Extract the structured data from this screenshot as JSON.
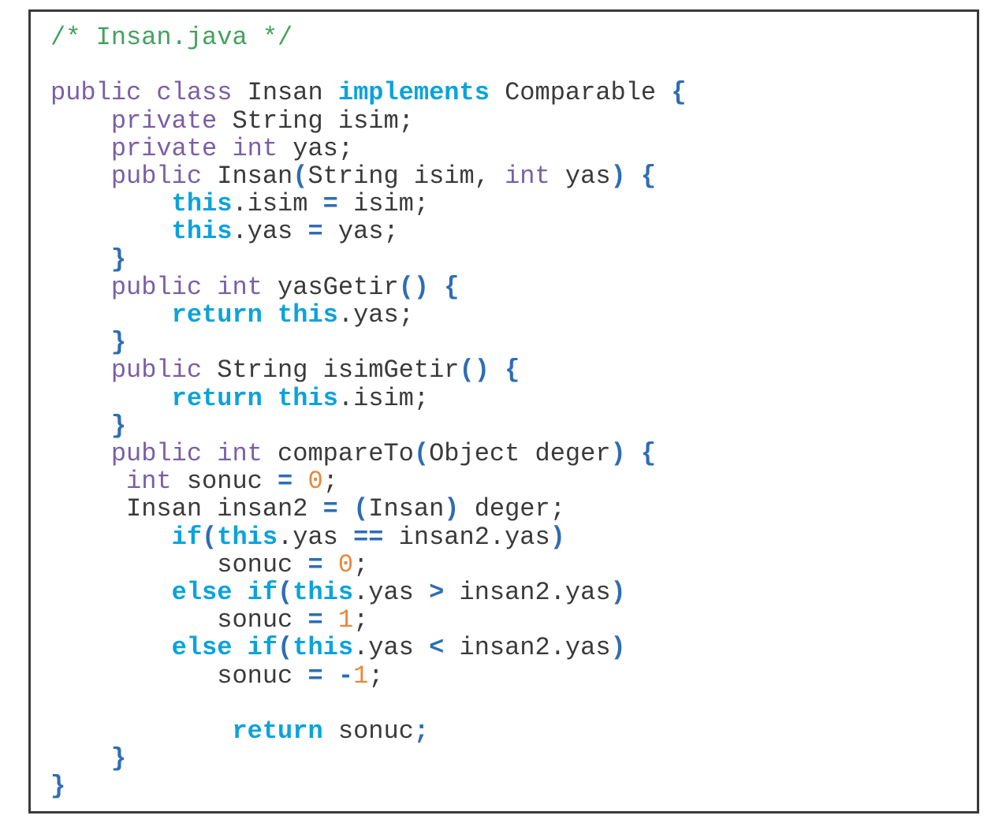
{
  "document": {
    "kind": "java-source-listing",
    "file_comment": "/* Insan.java */",
    "class_name": "Insan"
  },
  "code_box": {
    "border_color": "#3a3a3a",
    "background": "#ffffff"
  },
  "syntax_colors": {
    "comment": "#43a25e",
    "keyword": "#7b5ea7",
    "keyword_accent": "#0aa3dc",
    "punctuation": "#2e6db4",
    "number": "#e8873b",
    "plain": "#3a3a3a"
  },
  "code_lines": [
    [
      {
        "text": "/* Insan.java */",
        "type": "comment"
      }
    ],
    [],
    [
      {
        "text": "public",
        "type": "keyword"
      },
      {
        "text": " ",
        "type": "plain"
      },
      {
        "text": "class",
        "type": "keyword"
      },
      {
        "text": " Insan ",
        "type": "plain"
      },
      {
        "text": "implements",
        "type": "keyword_accent"
      },
      {
        "text": " Comparable ",
        "type": "plain"
      },
      {
        "text": "{",
        "type": "punctuation"
      }
    ],
    [
      {
        "text": "    ",
        "type": "plain"
      },
      {
        "text": "private",
        "type": "keyword"
      },
      {
        "text": " String isim;",
        "type": "plain"
      }
    ],
    [
      {
        "text": "    ",
        "type": "plain"
      },
      {
        "text": "private",
        "type": "keyword"
      },
      {
        "text": " ",
        "type": "plain"
      },
      {
        "text": "int",
        "type": "keyword"
      },
      {
        "text": " yas;",
        "type": "plain"
      }
    ],
    [
      {
        "text": "    ",
        "type": "plain"
      },
      {
        "text": "public",
        "type": "keyword"
      },
      {
        "text": " Insan",
        "type": "plain"
      },
      {
        "text": "(",
        "type": "punctuation"
      },
      {
        "text": "String isim, ",
        "type": "plain"
      },
      {
        "text": "int",
        "type": "keyword"
      },
      {
        "text": " yas",
        "type": "plain"
      },
      {
        "text": ")",
        "type": "punctuation"
      },
      {
        "text": " ",
        "type": "plain"
      },
      {
        "text": "{",
        "type": "punctuation"
      }
    ],
    [
      {
        "text": "        ",
        "type": "plain"
      },
      {
        "text": "this",
        "type": "keyword_accent"
      },
      {
        "text": ".isim ",
        "type": "plain"
      },
      {
        "text": "=",
        "type": "punctuation"
      },
      {
        "text": " isim;",
        "type": "plain"
      }
    ],
    [
      {
        "text": "        ",
        "type": "plain"
      },
      {
        "text": "this",
        "type": "keyword_accent"
      },
      {
        "text": ".yas ",
        "type": "plain"
      },
      {
        "text": "=",
        "type": "punctuation"
      },
      {
        "text": " yas;",
        "type": "plain"
      }
    ],
    [
      {
        "text": "    ",
        "type": "plain"
      },
      {
        "text": "}",
        "type": "punctuation"
      }
    ],
    [
      {
        "text": "    ",
        "type": "plain"
      },
      {
        "text": "public",
        "type": "keyword"
      },
      {
        "text": " ",
        "type": "plain"
      },
      {
        "text": "int",
        "type": "keyword"
      },
      {
        "text": " yasGetir",
        "type": "plain"
      },
      {
        "text": "()",
        "type": "punctuation"
      },
      {
        "text": " ",
        "type": "plain"
      },
      {
        "text": "{",
        "type": "punctuation"
      }
    ],
    [
      {
        "text": "        ",
        "type": "plain"
      },
      {
        "text": "return",
        "type": "keyword_accent"
      },
      {
        "text": " ",
        "type": "plain"
      },
      {
        "text": "this",
        "type": "keyword_accent"
      },
      {
        "text": ".yas;",
        "type": "plain"
      }
    ],
    [
      {
        "text": "    ",
        "type": "plain"
      },
      {
        "text": "}",
        "type": "punctuation"
      }
    ],
    [
      {
        "text": "    ",
        "type": "plain"
      },
      {
        "text": "public",
        "type": "keyword"
      },
      {
        "text": " String isimGetir",
        "type": "plain"
      },
      {
        "text": "()",
        "type": "punctuation"
      },
      {
        "text": " ",
        "type": "plain"
      },
      {
        "text": "{",
        "type": "punctuation"
      }
    ],
    [
      {
        "text": "        ",
        "type": "plain"
      },
      {
        "text": "return",
        "type": "keyword_accent"
      },
      {
        "text": " ",
        "type": "plain"
      },
      {
        "text": "this",
        "type": "keyword_accent"
      },
      {
        "text": ".isim;",
        "type": "plain"
      }
    ],
    [
      {
        "text": "    ",
        "type": "plain"
      },
      {
        "text": "}",
        "type": "punctuation"
      }
    ],
    [
      {
        "text": "    ",
        "type": "plain"
      },
      {
        "text": "public",
        "type": "keyword"
      },
      {
        "text": " ",
        "type": "plain"
      },
      {
        "text": "int",
        "type": "keyword"
      },
      {
        "text": " compareTo",
        "type": "plain"
      },
      {
        "text": "(",
        "type": "punctuation"
      },
      {
        "text": "Object deger",
        "type": "plain"
      },
      {
        "text": ")",
        "type": "punctuation"
      },
      {
        "text": " ",
        "type": "plain"
      },
      {
        "text": "{",
        "type": "punctuation"
      }
    ],
    [
      {
        "text": "     ",
        "type": "plain"
      },
      {
        "text": "int",
        "type": "keyword"
      },
      {
        "text": " sonuc ",
        "type": "plain"
      },
      {
        "text": "=",
        "type": "punctuation"
      },
      {
        "text": " ",
        "type": "plain"
      },
      {
        "text": "0",
        "type": "number"
      },
      {
        "text": ";",
        "type": "plain"
      }
    ],
    [
      {
        "text": "     Insan insan2 ",
        "type": "plain"
      },
      {
        "text": "=",
        "type": "punctuation"
      },
      {
        "text": " ",
        "type": "plain"
      },
      {
        "text": "(",
        "type": "punctuation"
      },
      {
        "text": "Insan",
        "type": "plain"
      },
      {
        "text": ")",
        "type": "punctuation"
      },
      {
        "text": " deger;",
        "type": "plain"
      }
    ],
    [
      {
        "text": "        ",
        "type": "plain"
      },
      {
        "text": "if",
        "type": "keyword_accent"
      },
      {
        "text": "(",
        "type": "punctuation"
      },
      {
        "text": "this",
        "type": "keyword_accent"
      },
      {
        "text": ".yas ",
        "type": "plain"
      },
      {
        "text": "==",
        "type": "punctuation"
      },
      {
        "text": " insan2.yas",
        "type": "plain"
      },
      {
        "text": ")",
        "type": "punctuation"
      }
    ],
    [
      {
        "text": "           sonuc ",
        "type": "plain"
      },
      {
        "text": "=",
        "type": "punctuation"
      },
      {
        "text": " ",
        "type": "plain"
      },
      {
        "text": "0",
        "type": "number"
      },
      {
        "text": ";",
        "type": "plain"
      }
    ],
    [
      {
        "text": "        ",
        "type": "plain"
      },
      {
        "text": "else if",
        "type": "keyword_accent"
      },
      {
        "text": "(",
        "type": "punctuation"
      },
      {
        "text": "this",
        "type": "keyword_accent"
      },
      {
        "text": ".yas ",
        "type": "plain"
      },
      {
        "text": ">",
        "type": "punctuation"
      },
      {
        "text": " insan2.yas",
        "type": "plain"
      },
      {
        "text": ")",
        "type": "punctuation"
      }
    ],
    [
      {
        "text": "           sonuc ",
        "type": "plain"
      },
      {
        "text": "=",
        "type": "punctuation"
      },
      {
        "text": " ",
        "type": "plain"
      },
      {
        "text": "1",
        "type": "number"
      },
      {
        "text": ";",
        "type": "plain"
      }
    ],
    [
      {
        "text": "        ",
        "type": "plain"
      },
      {
        "text": "else if",
        "type": "keyword_accent"
      },
      {
        "text": "(",
        "type": "punctuation"
      },
      {
        "text": "this",
        "type": "keyword_accent"
      },
      {
        "text": ".yas ",
        "type": "plain"
      },
      {
        "text": "<",
        "type": "punctuation"
      },
      {
        "text": " insan2.yas",
        "type": "plain"
      },
      {
        "text": ")",
        "type": "punctuation"
      }
    ],
    [
      {
        "text": "           sonuc ",
        "type": "plain"
      },
      {
        "text": "=",
        "type": "punctuation"
      },
      {
        "text": " ",
        "type": "plain"
      },
      {
        "text": "-",
        "type": "punctuation"
      },
      {
        "text": "1",
        "type": "number"
      },
      {
        "text": ";",
        "type": "plain"
      }
    ],
    [],
    [
      {
        "text": "            ",
        "type": "plain"
      },
      {
        "text": "return",
        "type": "keyword_accent"
      },
      {
        "text": " sonuc",
        "type": "plain"
      },
      {
        "text": ";",
        "type": "punctuation"
      }
    ],
    [
      {
        "text": "    ",
        "type": "plain"
      },
      {
        "text": "}",
        "type": "punctuation"
      }
    ],
    [
      {
        "text": "}",
        "type": "punctuation"
      }
    ]
  ]
}
